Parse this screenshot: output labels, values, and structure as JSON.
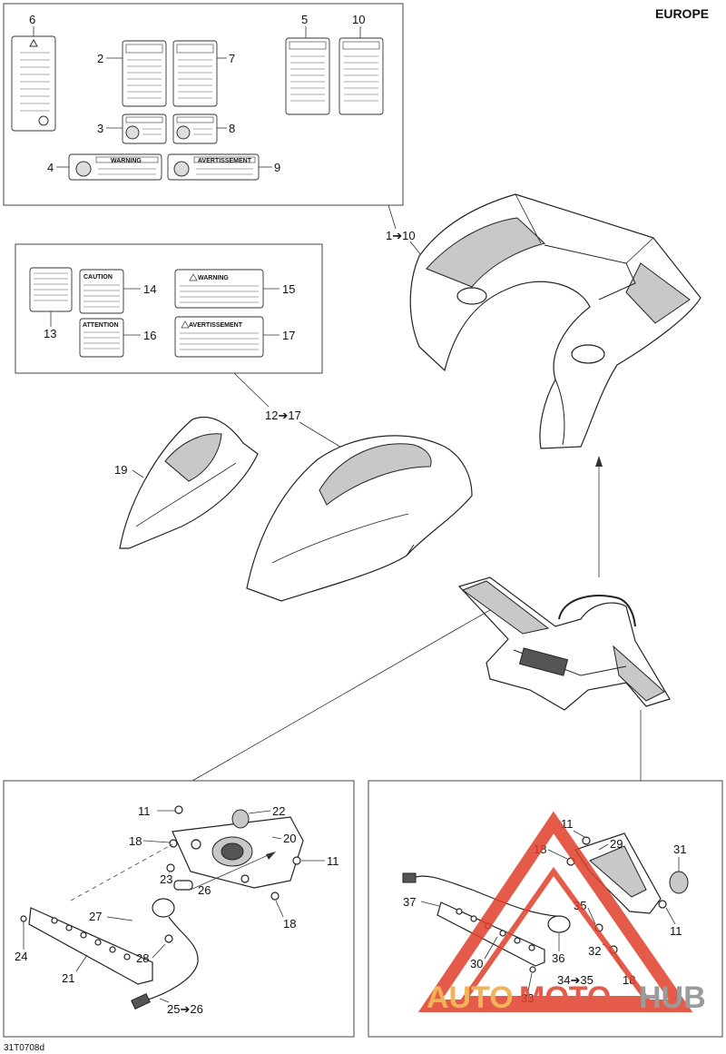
{
  "region_label": "EUROPE",
  "drawing_code": "31T0708d",
  "decals": {
    "caution": "CAUTION",
    "warning": "WARNING",
    "attention": "ATTENTION",
    "avertissement": "AVERTISSEMENT",
    "warning_small": "WARNING",
    "avertissement_small": "AVERTISSEMENT"
  },
  "callouts": [
    "6",
    "5",
    "10",
    "2",
    "7",
    "3",
    "8",
    "4",
    "9",
    "1➔10",
    "13",
    "14",
    "15",
    "16",
    "17",
    "12➔17",
    "19",
    "11",
    "22",
    "18",
    "20",
    "11",
    "23",
    "26",
    "27",
    "18",
    "24",
    "28",
    "21",
    "25➔26",
    "11",
    "29",
    "18",
    "31",
    "37",
    "35",
    "11",
    "36",
    "32",
    "30",
    "34➔35",
    "18",
    "33"
  ],
  "watermark": {
    "part1": "AUTO",
    "part2": "MOTO",
    "part3": "HUB",
    "color1": "#f0a53a",
    "color2": "#e0402a",
    "color3": "#8a8a8a"
  }
}
